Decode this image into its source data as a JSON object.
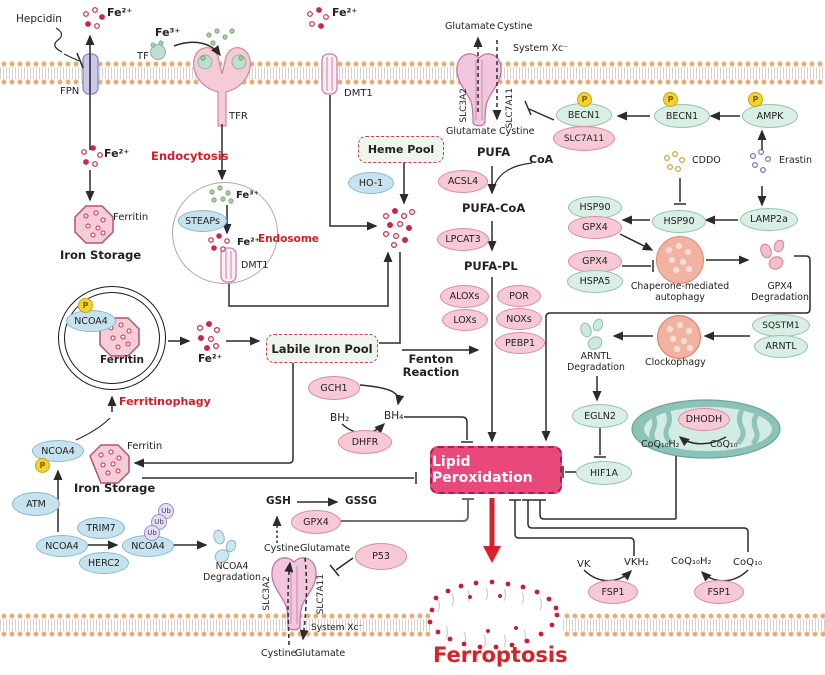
{
  "colors": {
    "red_label": "#cc2129",
    "ferroptosis_red": "#d5232b",
    "lipid_peroxidation_fill": "#e8487a",
    "lipid_peroxidation_border": "#b31b4d",
    "blue_node": "#c6e2ee",
    "green_node": "#d9efe4",
    "pink_node": "#f7c9d4",
    "phospho_yellow": "#f4d22c",
    "membrane_dot": "#e2ae79"
  },
  "labels": {
    "hepcidin": "Hepcidin",
    "fe2": "Fe²⁺",
    "fe3": "Fe³⁺",
    "fpn": "FPN",
    "tf": "TF",
    "tfr": "TFR",
    "dmt1": "DMT1",
    "endocytosis": "Endocytosis",
    "endosome": "Endosome",
    "steaps": "STEAPs",
    "ferritin": "Ferritin",
    "iron_storage": "Iron Storage",
    "heme_pool": "Heme Pool",
    "ho1": "HO-1",
    "ncoa4": "NCOA4",
    "p": "P",
    "ub": "Ub",
    "ferritinophagy": "Ferritinophagy",
    "labile_iron_pool": "Labile Iron Pool",
    "fenton1": "Fenton",
    "fenton2": "Reaction",
    "gch1": "GCH1",
    "bh2": "BH₂",
    "bh4": "BH₄",
    "dhfr": "DHFR",
    "pufa": "PUFA",
    "coa": "CoA",
    "acsl4": "ACSL4",
    "pufa_coa": "PUFA-CoA",
    "lpcat3": "LPCAT3",
    "pufa_pl": "PUFA-PL",
    "aloxs": "ALOXs",
    "loxs": "LOXs",
    "por": "POR",
    "noxs": "NOXs",
    "pebp1": "PEBP1",
    "glutamate": "Glutamate",
    "cystine": "Cystine",
    "system_xc": "System Xc⁻",
    "slc3a2": "SLC3A2",
    "slc7a11": "SLC7A11",
    "becn1": "BECN1",
    "ampk": "AMPK",
    "cddo": "CDDO",
    "erastin": "Erastin",
    "hsp90": "HSP90",
    "gpx4": "GPX4",
    "lamp2a": "LAMP2a",
    "hspa5": "HSPA5",
    "cma1": "Chaperone-mediated",
    "cma2": "autophagy",
    "degradation": "Degradation",
    "sqstm1": "SQSTM1",
    "arntl": "ARNTL",
    "clockophagy": "Clockophagy",
    "egln2": "EGLN2",
    "hif1a": "HIF1A",
    "dhodh": "DHODH",
    "coq10h2": "CoQ₁₀H₂",
    "coq10": "CoQ₁₀",
    "lipid_peroxidation": "Lipid Peroxidation",
    "gsh": "GSH",
    "gssg": "GSSG",
    "p53": "P53",
    "atm": "ATM",
    "trim7": "TRIM7",
    "herc2": "HERC2",
    "vk": "VK",
    "vkh2": "VKH₂",
    "fsp1": "FSP1",
    "ferroptosis": "Ferroptosis"
  }
}
